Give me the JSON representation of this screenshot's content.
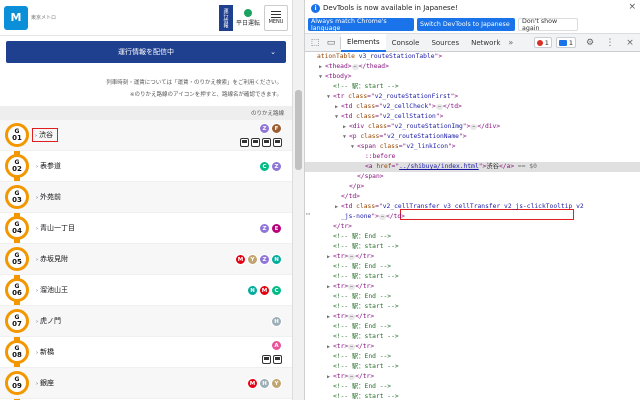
{
  "site": {
    "logo_glyph": "M",
    "logo_text": "東京メトロ",
    "badge": "運行情報",
    "weekday_label": "平日運転",
    "menu_label": "MENU",
    "status_banner": "運行情報を配信中",
    "notice1": "列車時刻・運賃については「運賃・のりかえ検索」をご利用ください。",
    "notice2": "※のりかえ路線のアイコンを押すと、路線名が確認できます。",
    "route_header": "のりかえ路線",
    "line_color": "#f39700",
    "stations": [
      {
        "code": "G",
        "num": "01",
        "name": "渋谷",
        "transfers": [
          {
            "l": "Z",
            "c": "#8f76d6"
          },
          {
            "l": "F",
            "c": "#9c5e31"
          }
        ],
        "trains": 4
      },
      {
        "code": "G",
        "num": "02",
        "name": "表参道",
        "transfers": [
          {
            "l": "C",
            "c": "#00bb85"
          },
          {
            "l": "Z",
            "c": "#8f76d6"
          }
        ],
        "trains": 0
      },
      {
        "code": "G",
        "num": "03",
        "name": "外苑前",
        "transfers": [],
        "trains": 0
      },
      {
        "code": "G",
        "num": "04",
        "name": "青山一丁目",
        "transfers": [
          {
            "l": "Z",
            "c": "#8f76d6"
          },
          {
            "l": "E",
            "c": "#b6007a"
          }
        ],
        "trains": 0
      },
      {
        "code": "G",
        "num": "05",
        "name": "赤坂見附",
        "transfers": [
          {
            "l": "M",
            "c": "#e60012"
          },
          {
            "l": "Y",
            "c": "#c1a470"
          },
          {
            "l": "Z",
            "c": "#8f76d6"
          },
          {
            "l": "N",
            "c": "#00ac9b"
          }
        ],
        "trains": 0
      },
      {
        "code": "G",
        "num": "06",
        "name": "溜池山王",
        "transfers": [
          {
            "l": "N",
            "c": "#00ac9b"
          },
          {
            "l": "M",
            "c": "#e60012"
          },
          {
            "l": "C",
            "c": "#00bb85"
          }
        ],
        "trains": 0
      },
      {
        "code": "G",
        "num": "07",
        "name": "虎ノ門",
        "transfers": [
          {
            "l": "H",
            "c": "#9caeb7"
          }
        ],
        "trains": 0
      },
      {
        "code": "G",
        "num": "08",
        "name": "新橋",
        "transfers": [
          {
            "l": "A",
            "c": "#e85298"
          }
        ],
        "trains": 2
      },
      {
        "code": "G",
        "num": "09",
        "name": "銀座",
        "transfers": [
          {
            "l": "M",
            "c": "#e60012"
          },
          {
            "l": "H",
            "c": "#9caeb7"
          },
          {
            "l": "Y",
            "c": "#c1a470"
          }
        ],
        "trains": 0
      }
    ]
  },
  "devtools": {
    "info_message": "DevTools is now available in Japanese!",
    "btn_match": "Always match Chrome's language",
    "btn_switch": "Switch DevTools to Japanese",
    "btn_never": "Don't show again",
    "tabs": [
      "Elements",
      "Console",
      "Sources",
      "Network"
    ],
    "active_tab": "Elements",
    "more_tabs": "»",
    "error_count": "1",
    "message_count": "1",
    "dom_lines": [
      {
        "indent": 0,
        "tri": "",
        "html": "<span class='attr'>ationTable</span> <span class='val'>v3_routeStationTable</span><span class='tag'>\"&gt;</span>"
      },
      {
        "indent": 1,
        "tri": "▶",
        "html": "<span class='tag'>&lt;thead&gt;</span><span class='dots'>⋯</span><span class='tag'>&lt;/thead&gt;</span>"
      },
      {
        "indent": 1,
        "tri": "▼",
        "html": "<span class='tag'>&lt;tbody&gt;</span>"
      },
      {
        "indent": 2,
        "tri": "",
        "html": "<span class='cmt'>&lt;!-- 駅：start --&gt;</span>"
      },
      {
        "indent": 2,
        "tri": "▼",
        "html": "<span class='tag'>&lt;tr </span><span class='attr'>class</span><span class='tag'>=\"</span><span class='val'>v2_routeStationFirst</span><span class='tag'>\"&gt;</span>"
      },
      {
        "indent": 3,
        "tri": "▶",
        "html": "<span class='tag'>&lt;td </span><span class='attr'>class</span><span class='tag'>=\"</span><span class='val'>v2_cellCheck</span><span class='tag'>\"&gt;</span><span class='dots'>⋯</span><span class='tag'>&lt;/td&gt;</span>"
      },
      {
        "indent": 3,
        "tri": "▼",
        "html": "<span class='tag'>&lt;td </span><span class='attr'>class</span><span class='tag'>=\"</span><span class='val'>v2_cellStation</span><span class='tag'>\"&gt;</span>"
      },
      {
        "indent": 4,
        "tri": "▶",
        "html": "<span class='tag'>&lt;div </span><span class='attr'>class</span><span class='tag'>=\"</span><span class='val'>v2_routeStationImg</span><span class='tag'>\"&gt;</span><span class='dots'>⋯</span><span class='tag'>&lt;/div&gt;</span>"
      },
      {
        "indent": 4,
        "tri": "▼",
        "html": "<span class='tag'>&lt;p </span><span class='attr'>class</span><span class='tag'>=\"</span><span class='val'>v2_routeStationName</span><span class='tag'>\"&gt;</span>"
      },
      {
        "indent": 5,
        "tri": "▼",
        "html": "<span class='tag'>&lt;span </span><span class='attr'>class</span><span class='tag'>=\"</span><span class='val'>v2_linkIcon</span><span class='tag'>\"&gt;</span>"
      },
      {
        "indent": 6,
        "tri": "",
        "html": "<span class='pseudo'>::before</span>"
      },
      {
        "indent": 6,
        "tri": "",
        "html": "<span class='tag'>&lt;a </span><span class='attr'>href</span><span class='tag'>=\"</span><span class='val' style='text-decoration:underline'>../shibuya/index.html</span><span class='tag'>\"&gt;</span><span class='txt'>渋谷</span><span class='tag'>&lt;/a&gt;</span> <span class='eq0'>== $0</span>"
      },
      {
        "indent": 5,
        "tri": "",
        "html": "<span class='tag'>&lt;/span&gt;</span>"
      },
      {
        "indent": 4,
        "tri": "",
        "html": "<span class='tag'>&lt;/p&gt;</span>"
      },
      {
        "indent": 3,
        "tri": "",
        "html": "<span class='tag'>&lt;/td&gt;</span>"
      },
      {
        "indent": 3,
        "tri": "▶",
        "html": "<span class='tag'>&lt;td </span><span class='attr'>class</span><span class='tag'>=\"</span><span class='val'>v2_cellTransfer v3_cellTransfer v2_js-clickTooltip v2</span>"
      },
      {
        "indent": 3,
        "tri": "",
        "html": "<span class='val'>_js-none</span><span class='tag'>\"&gt;</span><span class='dots'>⋯</span><span class='tag'>&lt;/td&gt;</span>"
      },
      {
        "indent": 2,
        "tri": "",
        "html": "<span class='tag'>&lt;/tr&gt;</span>"
      },
      {
        "indent": 2,
        "tri": "",
        "html": "<span class='cmt'>&lt;!-- 駅：End --&gt;</span>"
      },
      {
        "indent": 2,
        "tri": "",
        "html": "<span class='cmt'>&lt;!-- 駅：start --&gt;</span>"
      },
      {
        "indent": 2,
        "tri": "▶",
        "html": "<span class='tag'>&lt;tr&gt;</span><span class='dots'>⋯</span><span class='tag'>&lt;/tr&gt;</span>"
      },
      {
        "indent": 2,
        "tri": "",
        "html": "<span class='cmt'>&lt;!-- 駅：End --&gt;</span>"
      },
      {
        "indent": 2,
        "tri": "",
        "html": "<span class='cmt'>&lt;!-- 駅：start --&gt;</span>"
      },
      {
        "indent": 2,
        "tri": "▶",
        "html": "<span class='tag'>&lt;tr&gt;</span><span class='dots'>⋯</span><span class='tag'>&lt;/tr&gt;</span>"
      },
      {
        "indent": 2,
        "tri": "",
        "html": "<span class='cmt'>&lt;!-- 駅：End --&gt;</span>"
      },
      {
        "indent": 2,
        "tri": "",
        "html": "<span class='cmt'>&lt;!-- 駅：start --&gt;</span>"
      },
      {
        "indent": 2,
        "tri": "▶",
        "html": "<span class='tag'>&lt;tr&gt;</span><span class='dots'>⋯</span><span class='tag'>&lt;/tr&gt;</span>"
      },
      {
        "indent": 2,
        "tri": "",
        "html": "<span class='cmt'>&lt;!-- 駅：End --&gt;</span>"
      },
      {
        "indent": 2,
        "tri": "",
        "html": "<span class='cmt'>&lt;!-- 駅：start --&gt;</span>"
      },
      {
        "indent": 2,
        "tri": "▶",
        "html": "<span class='tag'>&lt;tr&gt;</span><span class='dots'>⋯</span><span class='tag'>&lt;/tr&gt;</span>"
      },
      {
        "indent": 2,
        "tri": "",
        "html": "<span class='cmt'>&lt;!-- 駅：End --&gt;</span>"
      },
      {
        "indent": 2,
        "tri": "",
        "html": "<span class='cmt'>&lt;!-- 駅：start --&gt;</span>"
      },
      {
        "indent": 2,
        "tri": "▶",
        "html": "<span class='tag'>&lt;tr&gt;</span><span class='dots'>⋯</span><span class='tag'>&lt;/tr&gt;</span>"
      },
      {
        "indent": 2,
        "tri": "",
        "html": "<span class='cmt'>&lt;!-- 駅：End --&gt;</span>"
      },
      {
        "indent": 2,
        "tri": "",
        "html": "<span class='cmt'>&lt;!-- 駅：start --&gt;</span>"
      }
    ]
  }
}
